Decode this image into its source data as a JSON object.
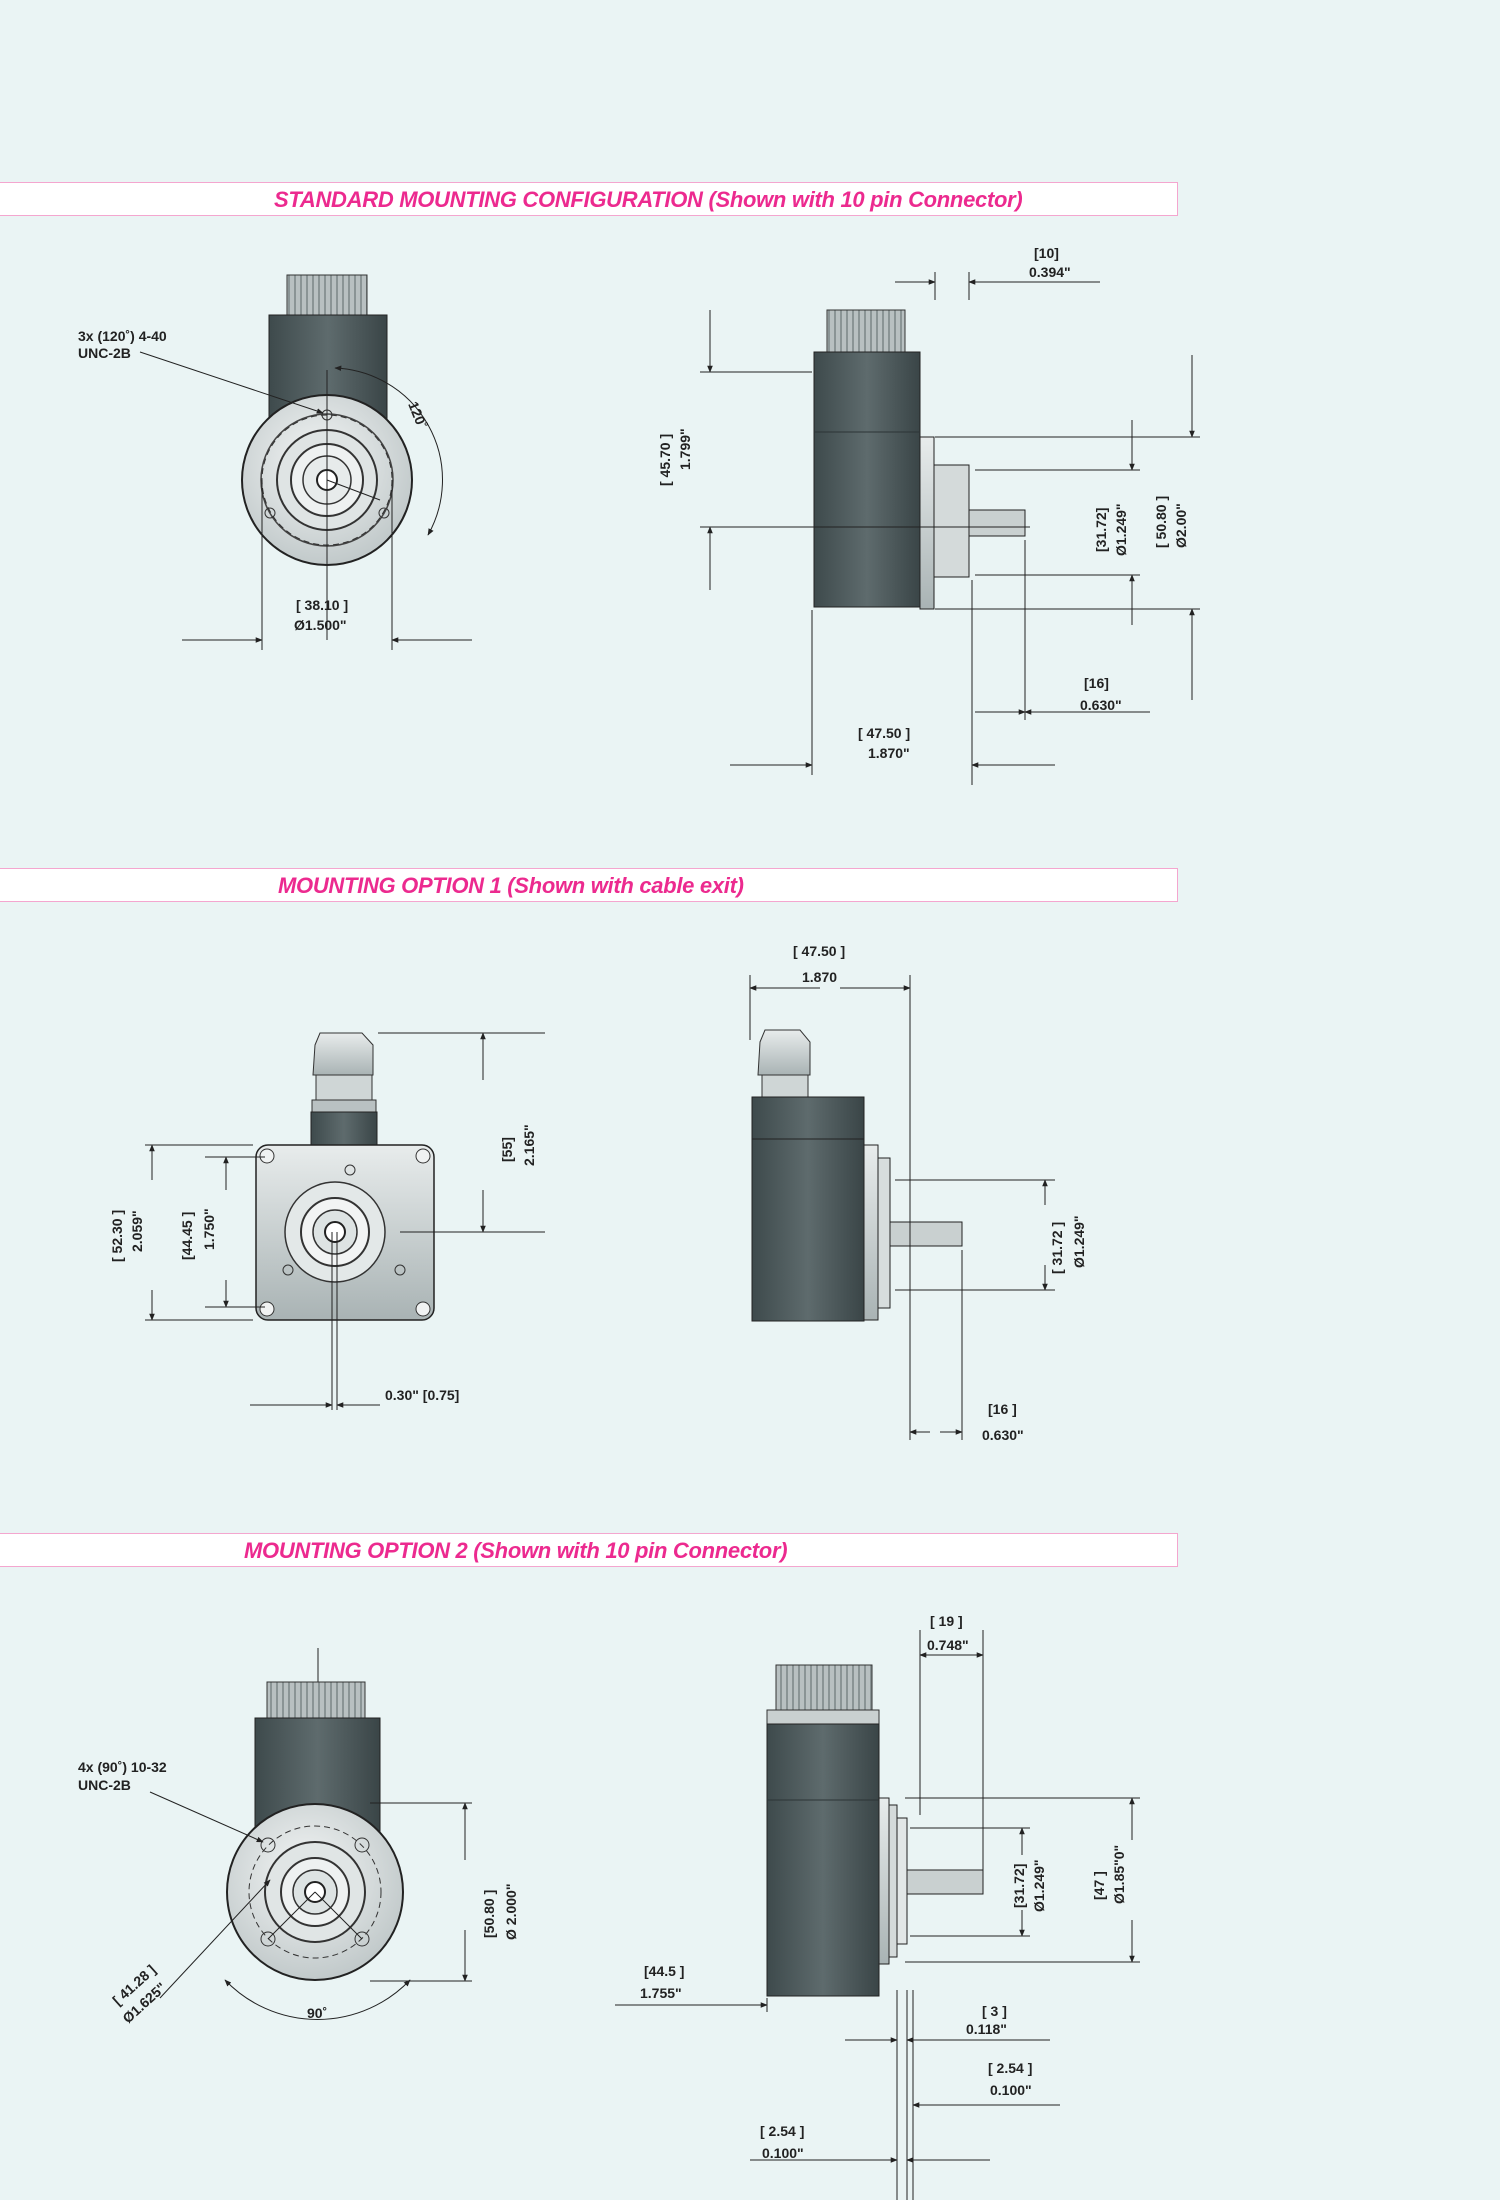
{
  "colors": {
    "background": "#eaf4f4",
    "banner_text": "#ec2a8f",
    "banner_border": "#f4a6cf",
    "body_dark": "#4f5d5f",
    "metal_light": "#c9d0d0"
  },
  "sections": {
    "standard": {
      "title": "STANDARD MOUNTING CONFIGURATION (Shown with 10 pin Connector)"
    },
    "option1": {
      "title": "MOUNTING OPTION 1 (Shown with cable exit)"
    },
    "option2": {
      "title": "MOUNTING OPTION 2 (Shown with 10 pin Connector)"
    }
  },
  "std_front": {
    "hole_note_1": "3x (120˚) 4-40",
    "hole_note_2": "UNC-2B",
    "angle": "120˚",
    "pcd_mm": "[ 38.10 ]",
    "pcd_in": "Ø1.500\""
  },
  "std_side": {
    "d10_mm": "[10]",
    "d10_in": "0.394\"",
    "h45_mm": "[ 45.70 ]",
    "h45_in": "1.799\"",
    "d31_mm": "[31.72]",
    "d31_in": "Ø1.249\"",
    "d50_mm": "[ 50.80 ]",
    "d50_in": "Ø2.00\"",
    "d16_mm": "[16]",
    "d16_in": "0.630\"",
    "d47_mm": "[ 47.50 ]",
    "d47_in": "1.870\""
  },
  "opt1_front": {
    "d55_mm": "[55]",
    "d55_in": "2.165\"",
    "d52_mm": "[ 52.30 ]",
    "d52_in": "2.059\"",
    "d44_mm": "[44.45 ]",
    "d44_in": "1.750\"",
    "offset": "0.30\" [0.75]"
  },
  "opt1_side": {
    "d47_mm": "[ 47.50 ]",
    "d47_in": "1.870",
    "d31_mm": "[ 31.72 ]",
    "d31_in": "Ø1.249\"",
    "d16_mm": "[16 ]",
    "d16_in": "0.630\""
  },
  "opt2_front": {
    "hole_note_1": "4x (90˚) 10-32",
    "hole_note_2": "UNC-2B",
    "d50_mm": "[50.80 ]",
    "d50_in": "Ø 2.000\"",
    "d41_mm": "[ 41.28 ]",
    "d41_in": "Ø1.625\"",
    "angle": "90˚"
  },
  "opt2_side": {
    "d19_mm": "[ 19 ]",
    "d19_in": "0.748\"",
    "d31_mm": "[31.72]",
    "d31_in": "Ø1.249\"",
    "d47_mm": "[47 ]",
    "d47_in": "Ø1.85\"0\"",
    "d44_mm": "[44.5 ]",
    "d44_in": "1.755\"",
    "d3_mm": "[ 3 ]",
    "d3_in": "0.118\"",
    "d254a_mm": "[ 2.54 ]",
    "d254a_in": "0.100\"",
    "d254b_mm": "[ 2.54 ]",
    "d254b_in": "0.100\""
  }
}
